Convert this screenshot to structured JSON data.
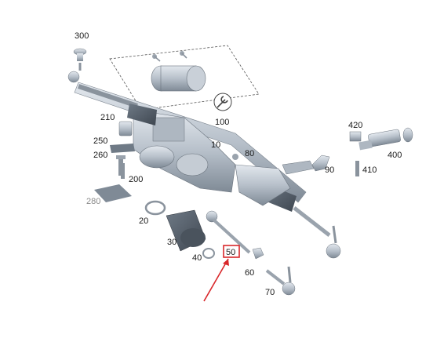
{
  "diagram": {
    "highlighted_part": "50",
    "highlight_color": "#d9282b",
    "part_color": "#b9c2cc",
    "parts": [
      {
        "id": "p300",
        "label": "300"
      },
      {
        "id": "p100",
        "label": "100"
      },
      {
        "id": "p210",
        "label": "210"
      },
      {
        "id": "p10",
        "label": "10"
      },
      {
        "id": "p250",
        "label": "250"
      },
      {
        "id": "p260",
        "label": "260"
      },
      {
        "id": "p80",
        "label": "80"
      },
      {
        "id": "p420",
        "label": "420"
      },
      {
        "id": "p400",
        "label": "400"
      },
      {
        "id": "p90",
        "label": "90"
      },
      {
        "id": "p410",
        "label": "410"
      },
      {
        "id": "p200",
        "label": "200"
      },
      {
        "id": "p280",
        "label": "280"
      },
      {
        "id": "p20",
        "label": "20"
      },
      {
        "id": "p30",
        "label": "30"
      },
      {
        "id": "p40",
        "label": "40"
      },
      {
        "id": "p50",
        "label": "50"
      },
      {
        "id": "p60",
        "label": "60"
      },
      {
        "id": "p70",
        "label": "70"
      }
    ]
  }
}
